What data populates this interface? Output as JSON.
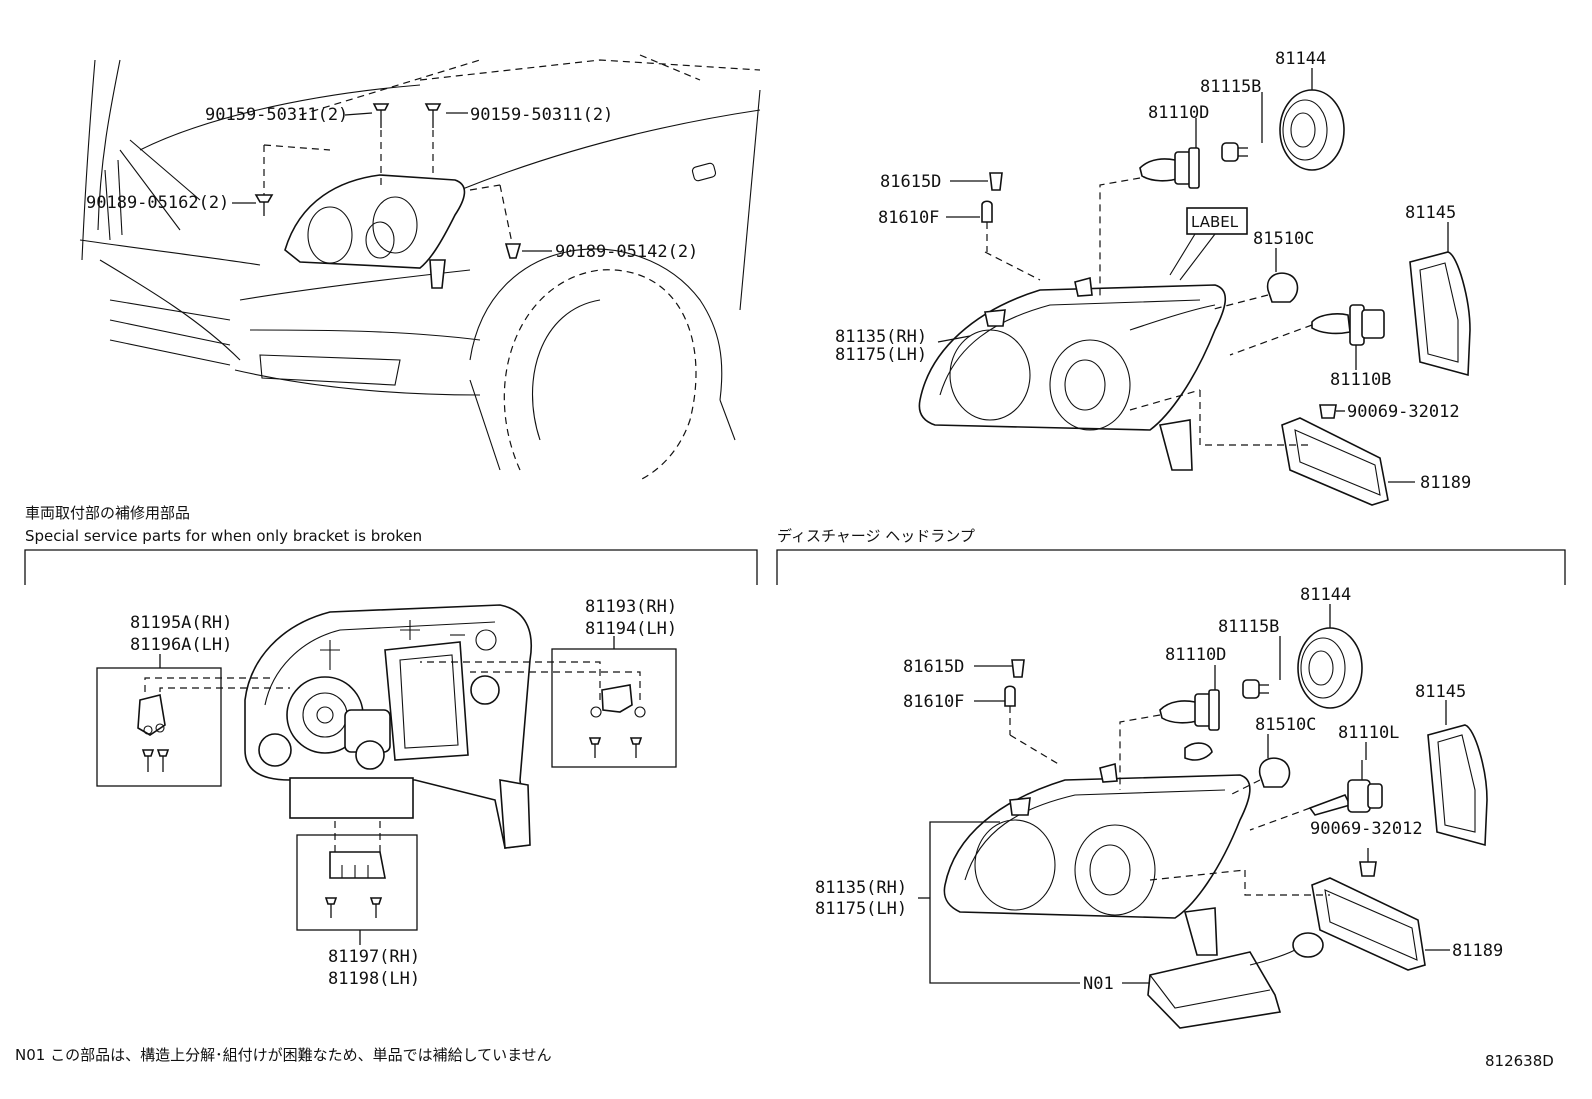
{
  "top_left": {
    "labels": [
      "90159-50311(2)",
      "90159-50311(2)",
      "90189-05162(2)",
      "90189-05142(2)"
    ]
  },
  "top_right": {
    "labels": [
      "81144",
      "81115B",
      "81110D",
      "81615D",
      "81610F",
      "LABEL",
      "81510C",
      "81145",
      "81135(RH)",
      "81175(LH)",
      "81110B",
      "90069-32012",
      "81189"
    ]
  },
  "section_left": {
    "title_jp": "車両取付部の補修用部品",
    "title_en": "Special service parts for when only bracket is broken",
    "labels": [
      "81195A(RH)",
      "81196A(LH)",
      "81193(RH)",
      "81194(LH)",
      "81197(RH)",
      "81198(LH)"
    ]
  },
  "section_right": {
    "title_jp": "ディスチャージ ヘッドランプ",
    "labels": [
      "81144",
      "81115B",
      "81110D",
      "81615D",
      "81610F",
      "81510C",
      "81110L",
      "81145",
      "90069-32012",
      "81135(RH)",
      "81175(LH)",
      "81189",
      "N01"
    ]
  },
  "footer": {
    "note": "N01 この部品は、構造上分解･組付けが困難なため、単品では補給していません",
    "drawing_id": "812638D"
  }
}
